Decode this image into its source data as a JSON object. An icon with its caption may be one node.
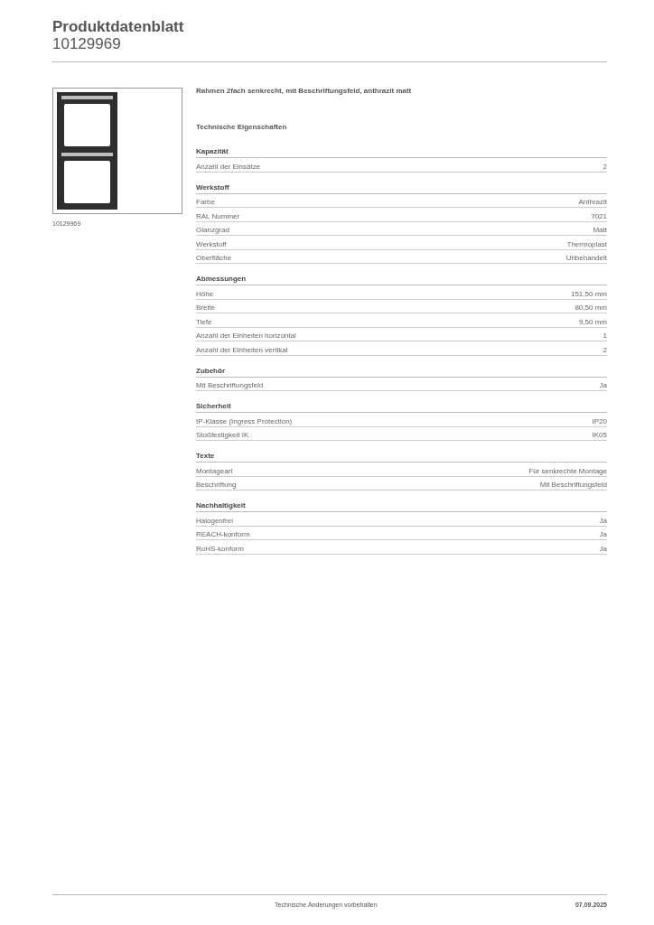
{
  "diagram": {
    "title": "Produktdatenblatt",
    "labels": [
      "10129969",
      "10129969",
      "Rahmen 2fach senkrecht, mit Beschriftungsfeld, anthrazit matt",
      "Technische Eigenschaften",
      "Kapazität",
      "Anzahl der Einsätze",
      "2",
      "Werkstoff",
      "Farbe",
      "Anthrazit",
      "RAL Nummer",
      "7021",
      "Glanzgrad",
      "Matt",
      "Werkstoff",
      "Thermoplast",
      "Oberfläche",
      "Unbehandelt",
      "Abmessungen",
      "Höhe",
      "151,50 mm",
      "Breite",
      "80,50 mm",
      "Tiefe",
      "9,50 mm",
      "Anzahl der Einheiten horizontal",
      "1",
      "Anzahl der Einheiten vertikal",
      "2",
      "Zubehör",
      "Mit Beschriftungsfeld",
      "Ja",
      "Sicherheit",
      "IP-Klasse (Ingress Protection)",
      "IP20",
      "Stoßfestigkeit IK",
      "IK05",
      "Texte",
      "Montageart",
      "Für senkrechte Montage",
      "Beschriftung",
      "Mit Beschriftungsfeld",
      "Nachhaltigkeit",
      "Halogenfrei",
      "Ja",
      "REACH-konform",
      "Ja",
      "RoHS-konform",
      "Ja",
      "Technische Änderungen vorbehalten",
      "07.09.2025"
    ]
  }
}
